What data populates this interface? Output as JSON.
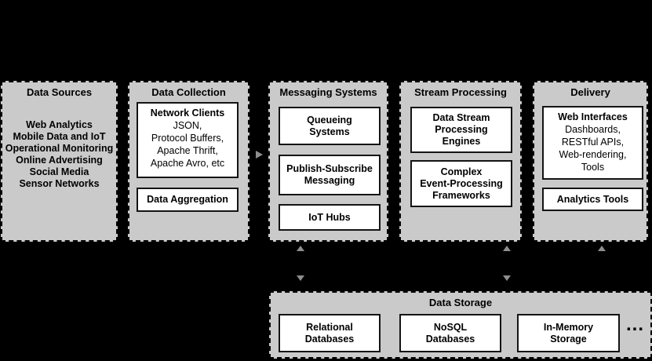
{
  "colors": {
    "background": "#000000",
    "stage_fill": "#cacaca",
    "stage_border": "#000000",
    "item_fill": "#ffffff",
    "item_border": "#141414",
    "arrow": "#8e8e8e",
    "text": "#000000"
  },
  "stages": [
    {
      "title": "Data Sources",
      "body": "Web Analytics\nMobile Data and IoT\nOperational Monitoring\nOnline Advertising\nSocial Media\nSensor Networks"
    },
    {
      "title": "Data Collection",
      "items": [
        {
          "heading": "Network Clients",
          "detail": "JSON,\nProtocol Buffers,\nApache Thrift,\nApache Avro, etc"
        },
        {
          "heading": "Data Aggregation"
        }
      ]
    },
    {
      "title": "Messaging Systems",
      "items": [
        {
          "heading": "Queueing\nSystems"
        },
        {
          "heading": "Publish-Subscribe\nMessaging"
        },
        {
          "heading": "IoT Hubs"
        }
      ]
    },
    {
      "title": "Stream Processing",
      "items": [
        {
          "heading": "Data Stream\nProcessing\nEngines"
        },
        {
          "heading": "Complex\nEvent-Processing\nFrameworks"
        }
      ]
    },
    {
      "title": "Delivery",
      "items": [
        {
          "heading": "Web Interfaces",
          "detail": "Dashboards,\nRESTful APIs,\nWeb-rendering,\nTools"
        },
        {
          "heading": "Analytics Tools"
        }
      ]
    }
  ],
  "storage": {
    "title": "Data Storage",
    "items": [
      {
        "heading": "Relational\nDatabases"
      },
      {
        "heading": "NoSQL\nDatabases"
      },
      {
        "heading": "In-Memory\nStorage"
      }
    ],
    "more": "..."
  }
}
